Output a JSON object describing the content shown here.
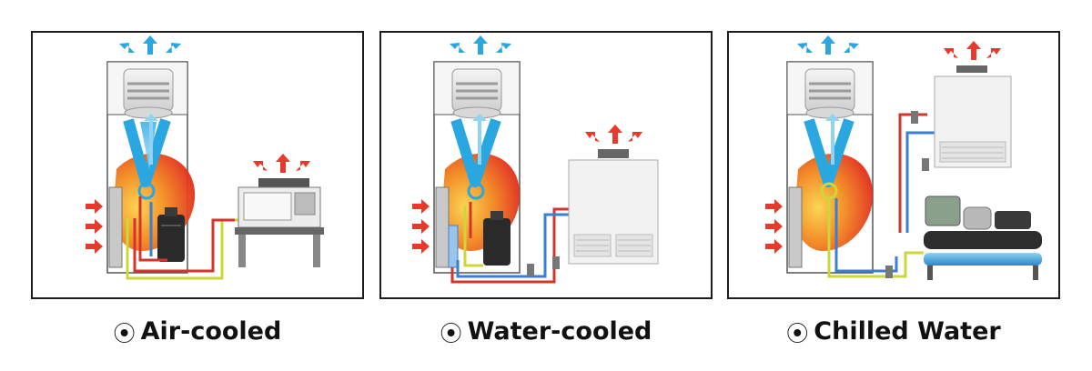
{
  "panels": [
    {
      "id": "air-cooled",
      "label": "Air-cooled"
    },
    {
      "id": "water-cooled",
      "label": "Water-cooled"
    },
    {
      "id": "chilled-water",
      "label": "Chilled Water"
    }
  ],
  "option_marker": "⦿",
  "colors": {
    "frame": "#1c1c1c",
    "warm_air": "#e8581c",
    "cool_air": "#2aa7e0",
    "supply_pipe": "#d4352b",
    "return_pipe": "#3a7fd0",
    "refrigerant_pipe": "#cfd63a",
    "heat_arrow": "#e83a2a",
    "equipment_grey": "#dcdcdc"
  },
  "icons": [
    "fan-icon",
    "coil-icon",
    "compressor-icon",
    "condenser-icon",
    "cooling-tower-icon",
    "chiller-icon",
    "pump-icon",
    "airflow-arrow-icon"
  ]
}
